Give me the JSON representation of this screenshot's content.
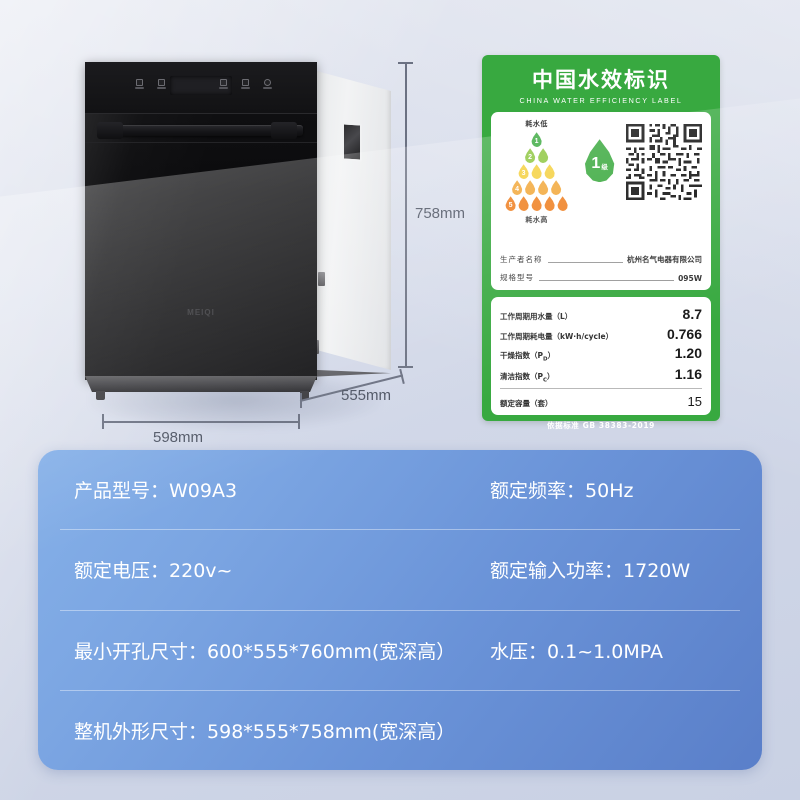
{
  "product_photo": {
    "alt": "built-in dishwasher front view",
    "brand_logo": "MEIQI",
    "dimensions": {
      "height": "758mm",
      "width": "598mm",
      "depth": "555mm"
    }
  },
  "water_label": {
    "title": "中国水效标识",
    "subtitle": "CHINA WATER EFFICIENCY LABEL",
    "pyramid": {
      "top_caption": "耗水低",
      "bottom_caption": "耗水高",
      "rows": [
        {
          "grade": "1",
          "count": 1,
          "color": "#3aa93e"
        },
        {
          "grade": "2",
          "count": 2,
          "color": "#8dc63f"
        },
        {
          "grade": "3",
          "count": 3,
          "color": "#f4d03f"
        },
        {
          "grade": "4",
          "count": 4,
          "color": "#f2a83b"
        },
        {
          "grade": "5",
          "count": 5,
          "color": "#ef8022"
        }
      ]
    },
    "grade_badge": {
      "value": "1",
      "unit": "级",
      "color": "#3aa93e"
    },
    "qr_code_alt": "water efficiency QR code",
    "maker": [
      {
        "label": "生产者名称",
        "value": "杭州名气电器有限公司"
      },
      {
        "label": "规格型号",
        "value": "095W"
      }
    ],
    "specs": [
      {
        "name": "工作周期用水量（L）",
        "value": "8.7"
      },
      {
        "name": "工作周期耗电量（kW·h/cycle）",
        "value": "0.766"
      },
      {
        "name": "干燥指数（P",
        "sub": "D",
        "name_tail": "）",
        "value": "1.20"
      },
      {
        "name": "清洁指数（P",
        "sub": "C",
        "name_tail": "）",
        "value": "1.16"
      }
    ],
    "capacity": {
      "name": "额定容量（套）",
      "value": "15"
    },
    "footer": "依据标准 GB 38383-2019",
    "colors": {
      "green": "#38a940",
      "white": "#ffffff"
    }
  },
  "spec_panel": {
    "rows": [
      {
        "left": {
          "label": "产品型号：",
          "value": "W09A3"
        },
        "right": {
          "label": "额定频率：",
          "value": "50Hz"
        }
      },
      {
        "left": {
          "label": "额定电压：",
          "value": "220v~"
        },
        "right": {
          "label": "额定输入功率：",
          "value": "1720W"
        }
      },
      {
        "left": {
          "label": "最小开孔尺寸：",
          "value": "600*555*760mm(宽深高）"
        },
        "right": {
          "label": "水压：",
          "value": "0.1~1.0MPA"
        }
      },
      {
        "left": {
          "label": "整机外形尺寸：",
          "value": "598*555*758mm(宽深高）"
        },
        "right": {
          "label": "",
          "value": ""
        }
      }
    ],
    "accent_color": "#6a93d8"
  }
}
